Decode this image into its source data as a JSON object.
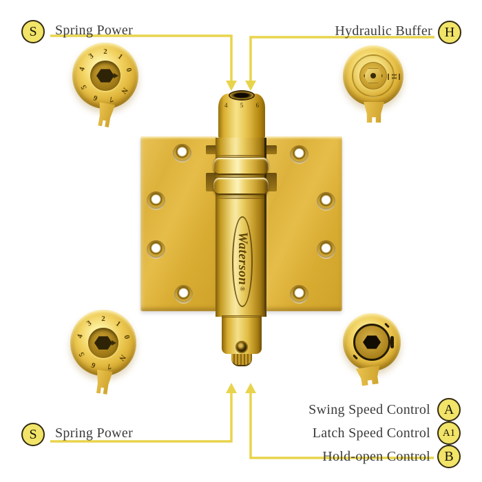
{
  "labels": {
    "top_left": {
      "badge": "S",
      "text": "Spring Power"
    },
    "top_right": {
      "badge": "H",
      "text": "Hydraulic Buffer"
    },
    "bottom_left": {
      "badge": "S",
      "text": "Spring Power"
    },
    "bottom_right": [
      {
        "badge": "A",
        "text": "Swing Speed Control"
      },
      {
        "badge": "A1",
        "text": "Latch Speed Control"
      },
      {
        "badge": "B",
        "text": "Hold-open Control"
      }
    ]
  },
  "product": {
    "brand": "Waterson",
    "registered_mark": "®",
    "cap_markings": [
      "4",
      "5",
      "6"
    ]
  },
  "dial": {
    "labels": [
      "0",
      "1",
      "2",
      "3",
      "4",
      "5",
      "6",
      "7",
      "N"
    ]
  },
  "hydraulic": {
    "marking": "H"
  },
  "colors": {
    "accent_line": "#e8d44c",
    "badge_fill": "#f1e468",
    "badge_border": "#322a14",
    "label_text": "#3b3b3b",
    "brass_mid": "#ddb23c",
    "brass_light": "#f8e9a4",
    "brass_dark": "#8a6610"
  }
}
